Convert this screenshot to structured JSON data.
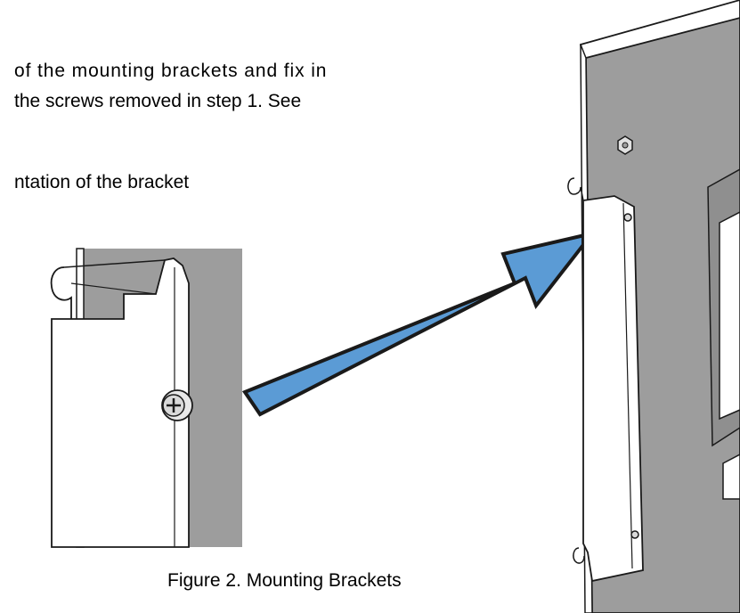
{
  "instructions": {
    "line1": "of the mounting brackets and fix in",
    "line2": "the screws removed in step 1.  See",
    "line3": "ntation of the bracket"
  },
  "figure": {
    "caption": "Figure 2. Mounting Brackets"
  },
  "colors": {
    "panel_gray": "#9d9d9d",
    "arrow_blue": "#5b9bd5",
    "outline": "#1a1a1a",
    "bracket_white": "#ffffff"
  },
  "icons": {
    "arrow": "arrow-icon",
    "screw": "screw-icon"
  }
}
